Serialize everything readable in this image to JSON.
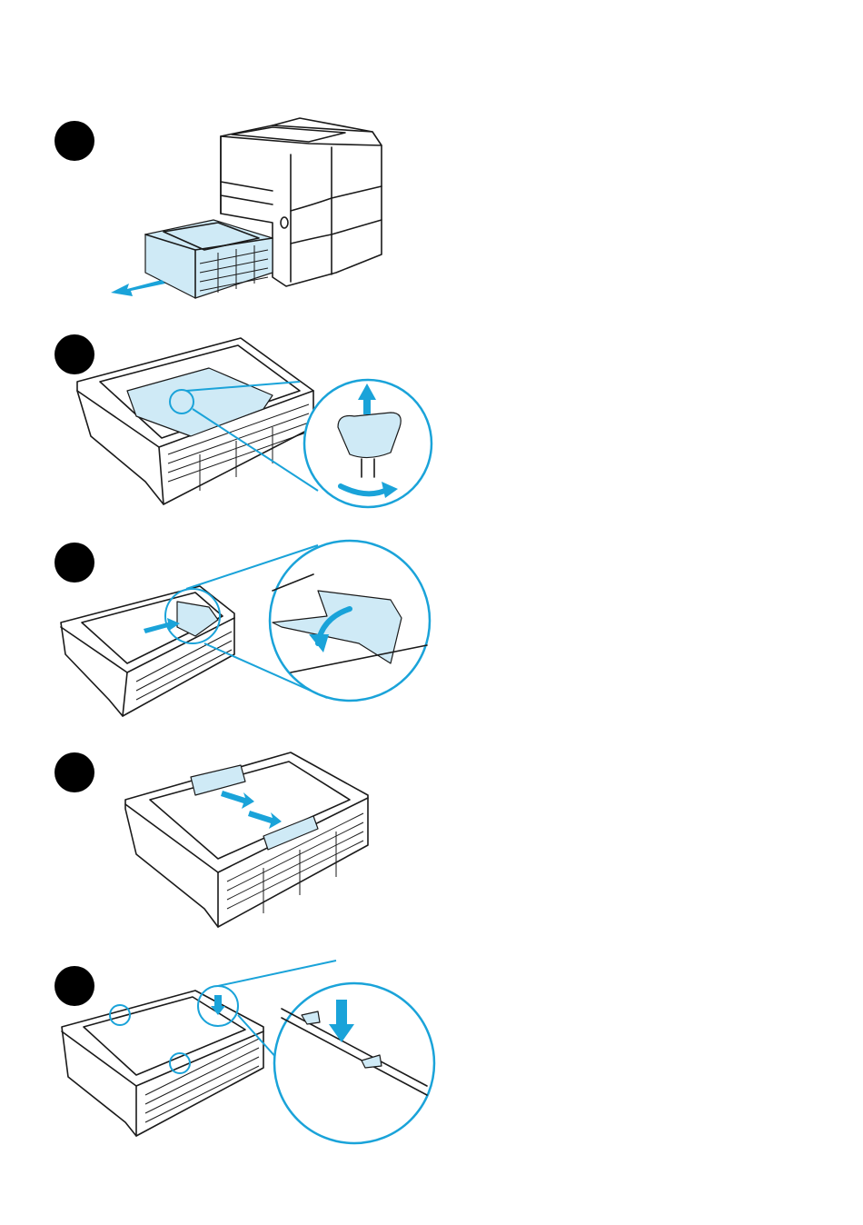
{
  "accent_color": "#1aa3d9",
  "highlight_color": "#cfeaf6",
  "steps": [
    {
      "id": 1,
      "illustration": "printer-with-tray-pulled-out"
    },
    {
      "id": 2,
      "illustration": "tray-rotate-and-lift-lock"
    },
    {
      "id": 3,
      "illustration": "tray-fold-down-guide"
    },
    {
      "id": 4,
      "illustration": "tray-adjust-paper-guides"
    },
    {
      "id": 5,
      "illustration": "tray-fill-below-tabs"
    }
  ]
}
